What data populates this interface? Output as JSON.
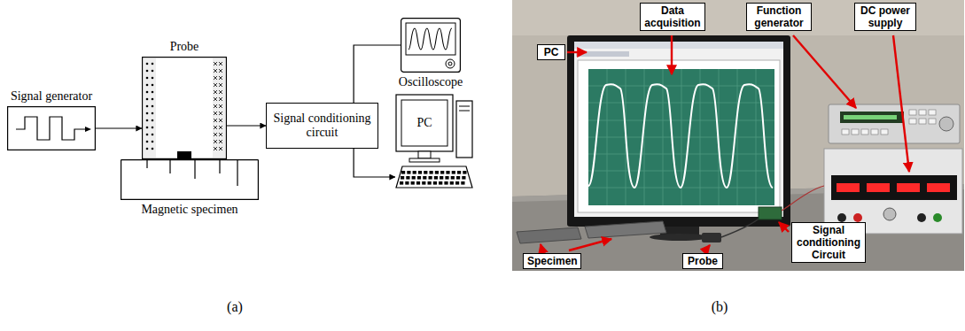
{
  "diagram": {
    "nodes": [
      {
        "text": [
          "Signal generator"
        ]
      },
      {
        "text": [
          "Probe"
        ]
      },
      {
        "text": [
          "Magnetic specimen"
        ]
      },
      {
        "text": [
          "Signal conditioning circuit"
        ]
      },
      {
        "text": [
          "Oscilloscope"
        ]
      },
      {
        "text": [
          "PC"
        ]
      },
      {
        "text": [
          "PC"
        ]
      },
      {
        "text": [
          "Data acquisition"
        ]
      },
      {
        "text": [
          "Function generator"
        ]
      },
      {
        "text": [
          "DC power supply"
        ]
      },
      {
        "text": [
          "Signal conditioning Circuit"
        ]
      },
      {
        "text": [
          "Specimen"
        ]
      },
      {
        "text": [
          "Probe"
        ]
      }
    ],
    "edges": [
      {
        "from": 0,
        "to": 1,
        "arrow": "to"
      },
      {
        "from": 1,
        "to": 3,
        "arrow": "to"
      },
      {
        "from": 3,
        "to": 4,
        "arrow": "none"
      },
      {
        "from": 3,
        "to": 5,
        "arrow": "to"
      }
    ],
    "labels": [
      "(a)",
      "(b)"
    ]
  }
}
